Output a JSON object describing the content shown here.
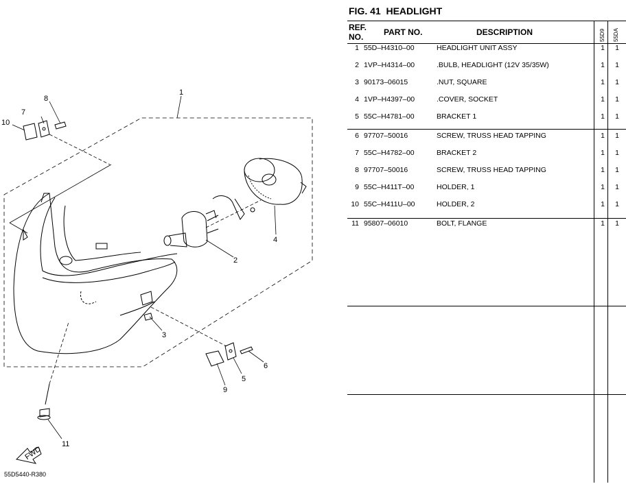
{
  "figure": {
    "label": "FIG.",
    "number": "41",
    "title": "HEADLIGHT",
    "drawing_code": "55D5440-R380"
  },
  "table": {
    "headers": {
      "ref": "REF.",
      "no": "NO.",
      "part_no": "PART NO.",
      "description": "DESCRIPTION",
      "model_1": "55D9",
      "model_2": "55DA"
    },
    "rows": [
      {
        "ref": "1",
        "part_no": "55D–H4310–00",
        "description": "HEADLIGHT UNIT ASSY",
        "qty_1": "1",
        "qty_2": "1"
      },
      {
        "ref": "2",
        "part_no": "1VP–H4314–00",
        "description": ".BULB, HEADLIGHT (12V 35/35W)",
        "qty_1": "1",
        "qty_2": "1"
      },
      {
        "ref": "3",
        "part_no": "90173–06015",
        "description": ".NUT, SQUARE",
        "qty_1": "1",
        "qty_2": "1"
      },
      {
        "ref": "4",
        "part_no": "1VP–H4397–00",
        "description": ".COVER, SOCKET",
        "qty_1": "1",
        "qty_2": "1"
      },
      {
        "ref": "5",
        "part_no": "55C–H4781–00",
        "description": "BRACKET 1",
        "qty_1": "1",
        "qty_2": "1"
      },
      {
        "ref": "6",
        "part_no": "97707–50016",
        "description": "SCREW, TRUSS HEAD TAPPING",
        "qty_1": "1",
        "qty_2": "1"
      },
      {
        "ref": "7",
        "part_no": "55C–H4782–00",
        "description": "BRACKET 2",
        "qty_1": "1",
        "qty_2": "1"
      },
      {
        "ref": "8",
        "part_no": "97707–50016",
        "description": "SCREW, TRUSS HEAD TAPPING",
        "qty_1": "1",
        "qty_2": "1"
      },
      {
        "ref": "9",
        "part_no": "55C–H411T–00",
        "description": "HOLDER, 1",
        "qty_1": "1",
        "qty_2": "1"
      },
      {
        "ref": "10",
        "part_no": "55C–H411U–00",
        "description": "HOLDER, 2",
        "qty_1": "1",
        "qty_2": "1"
      },
      {
        "ref": "11",
        "part_no": "95807–06010",
        "description": "BOLT, FLANGE",
        "qty_1": "1",
        "qty_2": "1"
      }
    ]
  },
  "diagram": {
    "callouts": [
      "1",
      "2",
      "3",
      "4",
      "5",
      "6",
      "7",
      "8",
      "9",
      "10",
      "11"
    ],
    "direction_label": "FWD"
  }
}
